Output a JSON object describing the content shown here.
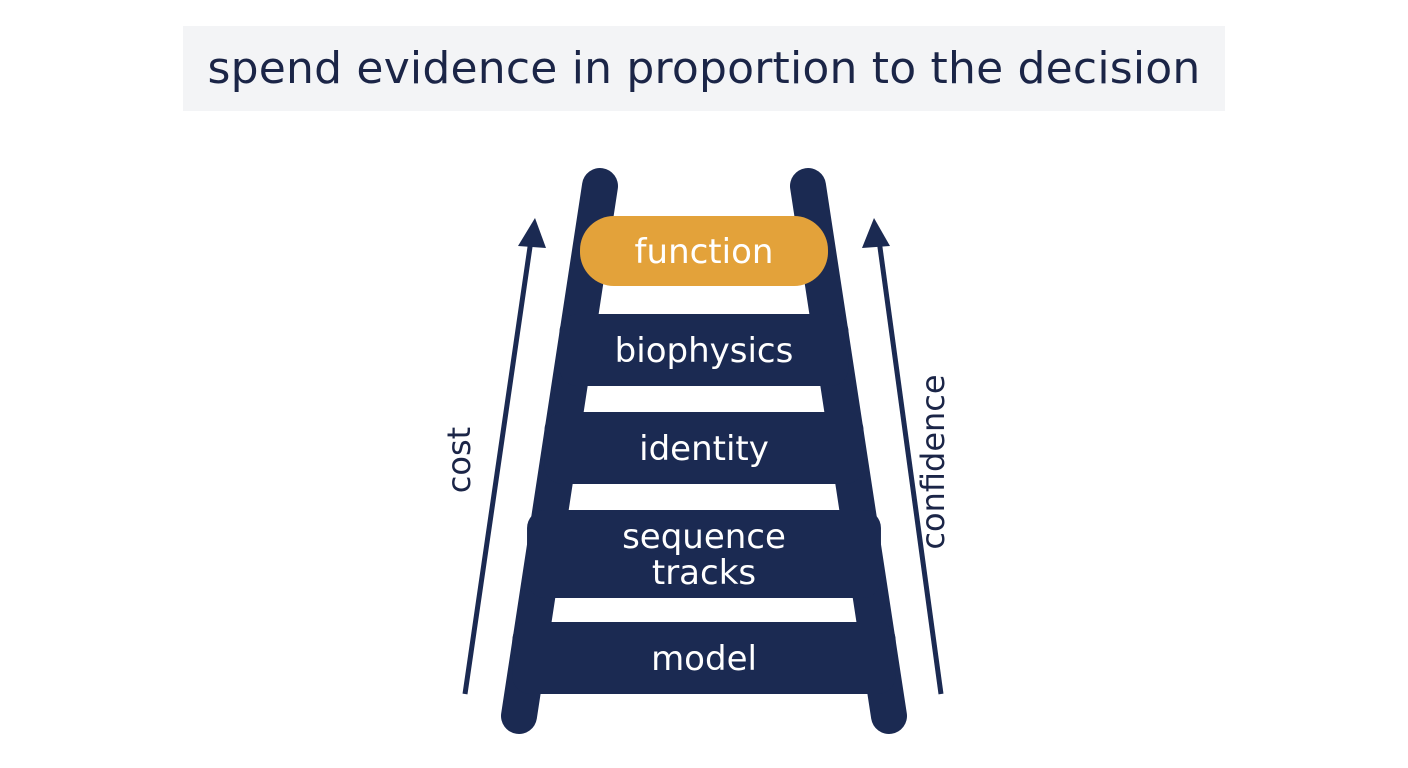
{
  "title": "spend evidence in proportion to the decision",
  "rungs": [
    {
      "label_lines": [
        "function"
      ],
      "highlighted": true
    },
    {
      "label_lines": [
        "biophysics"
      ],
      "highlighted": false
    },
    {
      "label_lines": [
        "identity"
      ],
      "highlighted": false
    },
    {
      "label_lines": [
        "sequence",
        "tracks"
      ],
      "highlighted": false
    },
    {
      "label_lines": [
        "model"
      ],
      "highlighted": false
    }
  ],
  "axes": {
    "left_label": "cost",
    "right_label": "confidence"
  },
  "colors": {
    "navy": "#1b2a52",
    "highlight": "#e3a23a",
    "text_on_rung": "#ffffff",
    "title_bg": "#f3f4f6"
  }
}
